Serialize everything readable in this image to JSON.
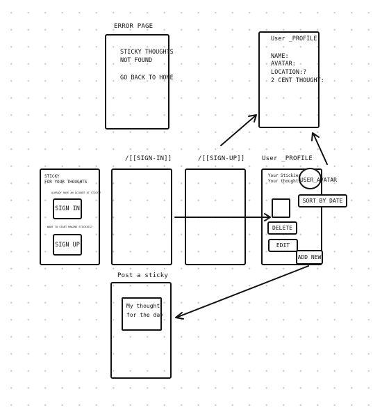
{
  "error_page": {
    "title": "ERROR PAGE",
    "line1": "STICKY THOUGHTS",
    "line2": "NOT FOUND",
    "link": "GO BACK TO HOME"
  },
  "user_profile_top": {
    "title": "User _PROFILE",
    "fields": [
      "NAME:",
      "AVATAR:",
      "LOCATION:?",
      "2 CENT THOUGHT:"
    ]
  },
  "home": {
    "app_name": "STICKY",
    "tagline": "FOR YOUR THOUGHTS",
    "already_text": "ALREADY HAVE AN ACCOUNT AT STICKY?",
    "sign_in": "SIGN IN",
    "want_text": "WANT TO START MAKING STICKIES?",
    "sign_up": "SIGN UP"
  },
  "sign_in_page": {
    "title": "/[[SIGN-IN]]"
  },
  "sign_up_page": {
    "title": "/[[SIGN-UP]]"
  },
  "user_profile": {
    "title": "User _PROFILE",
    "stickies_line1": "Your Stickies",
    "stickies_line2": "Your thoughts",
    "avatar": "USER_AVATAR",
    "sort_button": "SORT BY DATE",
    "delete_button": "DELETE",
    "edit_button": "EDIT",
    "add_button": "ADD NEW"
  },
  "post_sticky": {
    "title": "Post a sticky",
    "note_line1": "My thought",
    "note_line2": "for the day"
  }
}
